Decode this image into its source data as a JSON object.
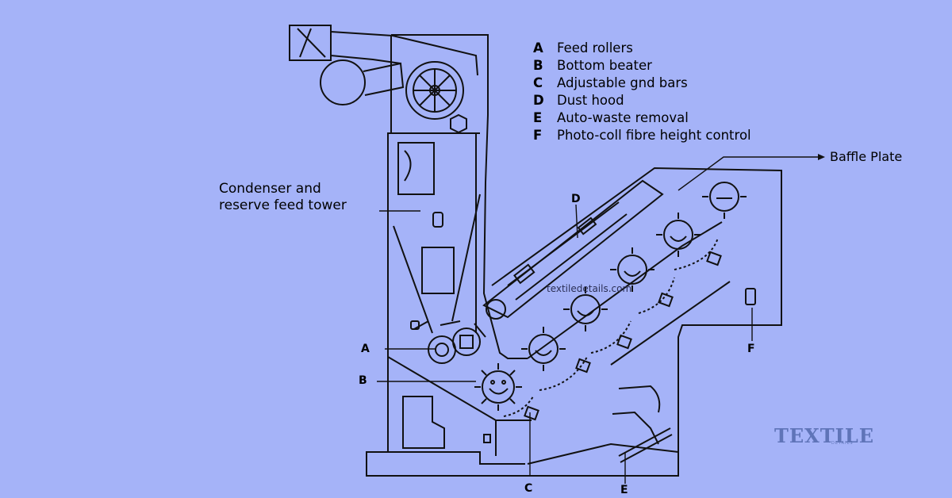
{
  "legend": [
    {
      "key": "A",
      "text": "Feed rollers"
    },
    {
      "key": "B",
      "text": "Bottom beater"
    },
    {
      "key": "C",
      "text": "Adjustable gnd bars"
    },
    {
      "key": "D",
      "text": "Dust hood"
    },
    {
      "key": "E",
      "text": "Auto-waste removal"
    },
    {
      "key": "F",
      "text": "Photo-coll fibre height control"
    }
  ],
  "labels": {
    "baffle_plate": "Baffle Plate",
    "condenser_line1": "Condenser and",
    "condenser_line2": "reserve feed tower",
    "letter_a": "A",
    "letter_b": "B",
    "letter_c": "C",
    "letter_d": "D",
    "letter_e": "E",
    "letter_f": "F"
  },
  "watermark": "textiledetails.com",
  "logo": {
    "text": "TEXTILE",
    "sub": "DETAILS"
  },
  "colors": {
    "background": "#a5b3f8",
    "line": "#111111",
    "logo": "#5f74b8"
  }
}
